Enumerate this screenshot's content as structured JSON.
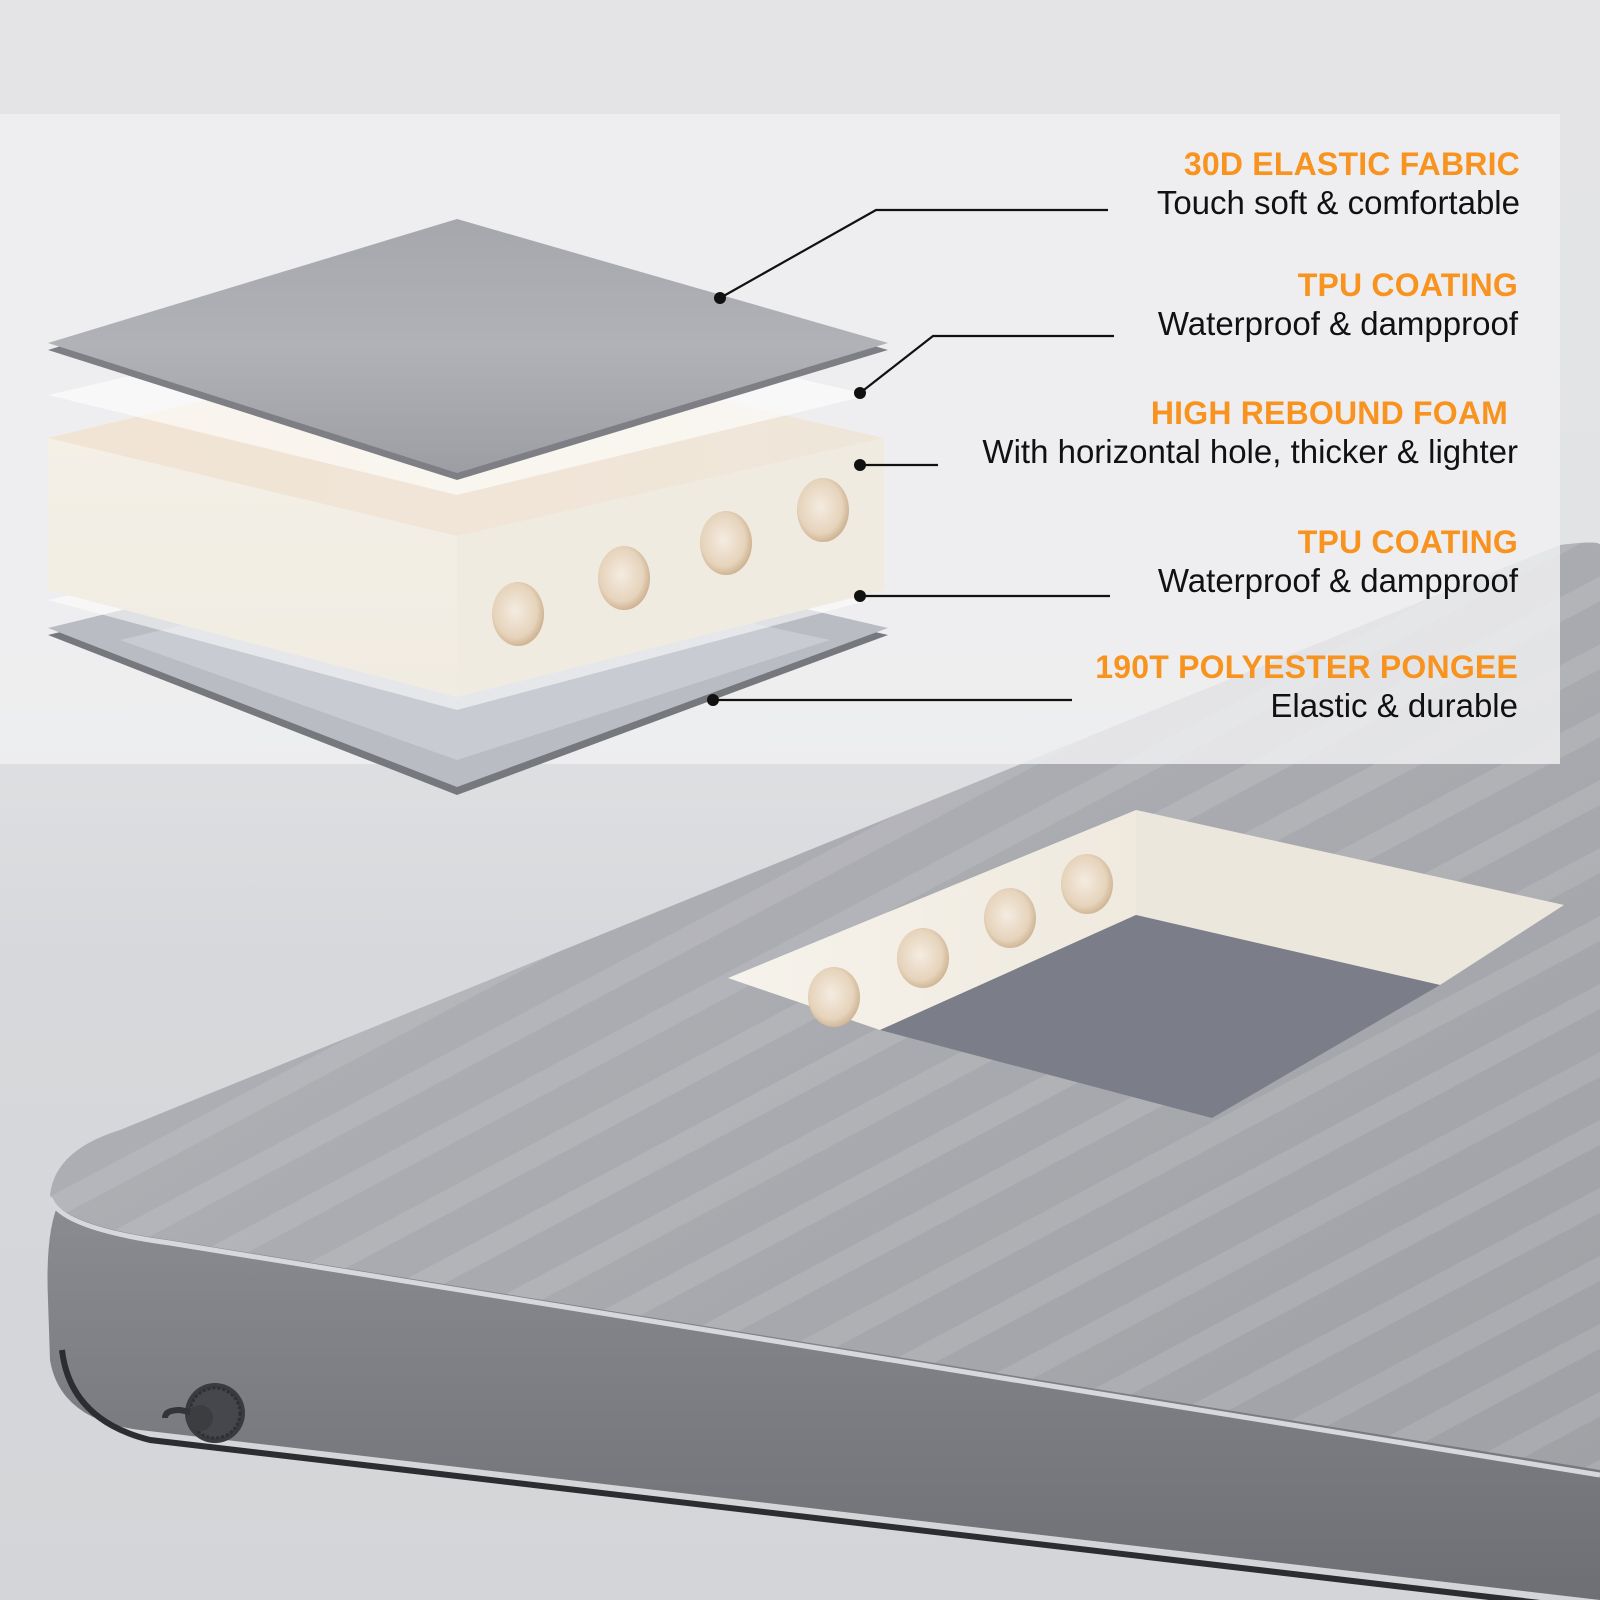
{
  "colors": {
    "accent": "#f7931e",
    "text": "#111111",
    "fabric_gray": "#a7a9ae",
    "fabric_edge": "#7a7c80",
    "foam": "#f3efe6",
    "foam_top": "#efe2d2",
    "base_dark": "#7c7e88",
    "background": "#e3e4e6"
  },
  "layers": [
    {
      "title": "30D ELASTIC FABRIC",
      "description": "Touch soft & comfortable"
    },
    {
      "title": "TPU COATING",
      "description": "Waterproof & dampproof"
    },
    {
      "title": "HIGH REBOUND FOAM",
      "description": "With horizontal hole, thicker & lighter"
    },
    {
      "title": "TPU COATING",
      "description": "Waterproof & dampproof"
    },
    {
      "title": "190T POLYESTER PONGEE",
      "description": "Elastic & durable"
    }
  ],
  "icons": {
    "valve": "air-valve-icon",
    "leader_dot": "leader-dot-icon"
  }
}
